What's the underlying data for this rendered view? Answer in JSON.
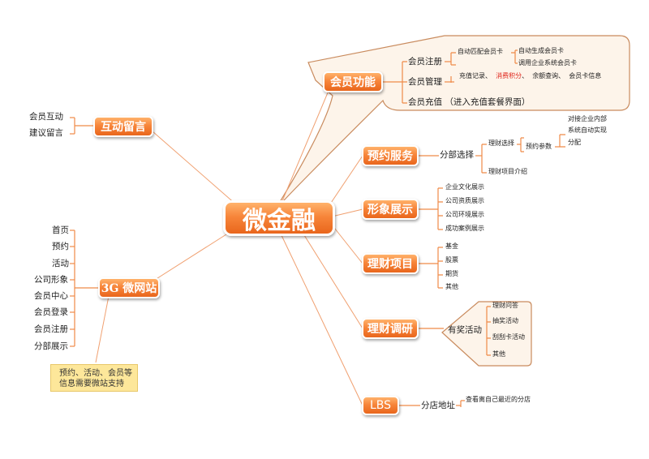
{
  "center": "微金融",
  "member": {
    "label": "会员功能",
    "reg": "会员注册",
    "reg_auto": "自动匹配会员卡",
    "reg_gen": "自动生成会员卡",
    "reg_call": "调用企业系统会员卡",
    "manage": "会员管理",
    "manage_recharge": "充值记录、",
    "manage_points": "消费积分",
    "manage_sep": "、",
    "manage_balance": "余额查询、",
    "manage_info": "会员卡信息",
    "topup": "会员充值 （进入充值套餐界面）"
  },
  "interact": {
    "label": "互动留言",
    "items": [
      "会员互动",
      "建议留言"
    ]
  },
  "booking": {
    "label": "预约服务",
    "branch": "分部选择",
    "choose": "理财选择",
    "params": "预约参数",
    "connect1": "对接企业内部",
    "connect2": "系统自动实现",
    "connect3": "分配",
    "intro": "理财项目介绍"
  },
  "image": {
    "label": "形象展示",
    "items": [
      "企业文化展示",
      "公司资质展示",
      "公司环境展示",
      "成功案例展示"
    ]
  },
  "finance": {
    "label": "理财项目",
    "items": [
      "基金",
      "股票",
      "期货",
      "其他"
    ]
  },
  "survey": {
    "label": "理财调研",
    "prize": "有奖活动",
    "items": [
      "理财问答",
      "抽奖活动",
      "刮刮卡活动",
      "其他"
    ]
  },
  "lbs": {
    "label": "LBS",
    "branch_addr": "分店地址",
    "nearest": "查看离自己最近的分店"
  },
  "site": {
    "label": "3G 微网站",
    "items": [
      "首页",
      "预约",
      "活动",
      "公司形象",
      "会员中心",
      "会员登录",
      "会员注册",
      "分部展示"
    ],
    "note_line1": "预约、活动、会员等",
    "note_line2": "信息需要微站支持"
  },
  "colors": {
    "node_orange": "#f7853a",
    "line_orange": "#f0a070",
    "bracket_orange": "#ef8a48",
    "callout_fill": "#fdf4ea",
    "callout_border": "#c98b5e",
    "note_fill": "#fde79a",
    "highlight_red": "#e0261c"
  }
}
